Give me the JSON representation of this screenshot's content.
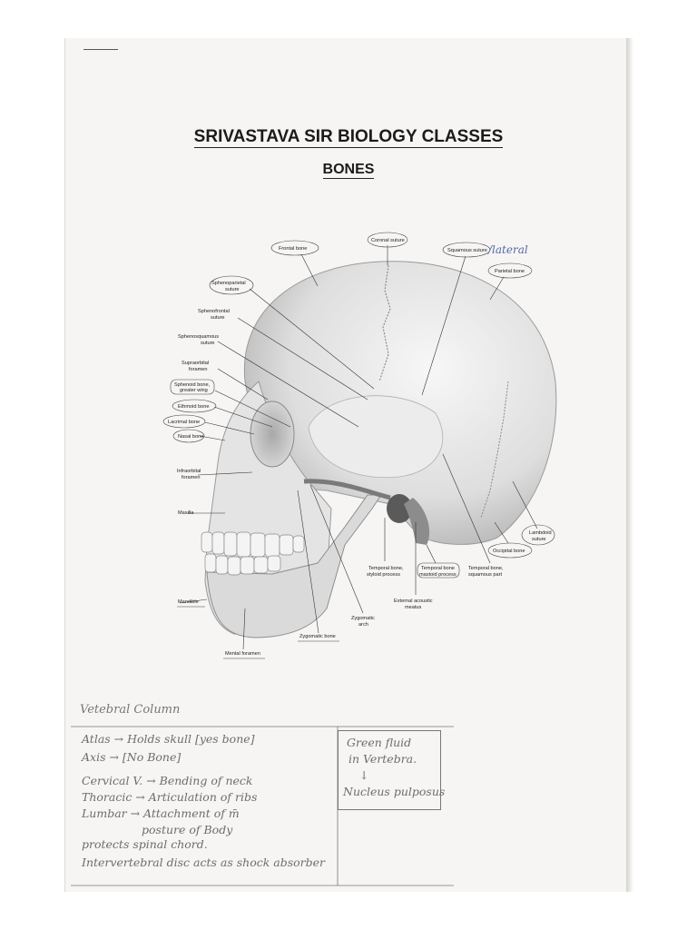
{
  "header": {
    "title": "SRIVASTAVA SIR BIOLOGY CLASSES",
    "subtitle": "BONES"
  },
  "figure": {
    "labels": {
      "frontal_bone": "Frontal bone",
      "coronal_suture": "Coronal suture",
      "squamous_suture": "Squamous suture",
      "lateral_note": "/lateral",
      "parietal_bone": "Parietal bone",
      "sphenoparietal_1": "Sphenoparietal",
      "sphenoparietal_2": "suture",
      "sphenofrontal_1": "Sphenofrontal",
      "sphenofrontal_2": "suture",
      "sphenosquamous_1": "Sphenosquamous",
      "sphenosquamous_2": "suture",
      "supraorbital_1": "Supraorbital",
      "supraorbital_2": "foramen",
      "sphenoid_1": "Sphenoid bone,",
      "sphenoid_2": "greater wing",
      "ethmoid_bone": "Ethmoid bone",
      "lacrimal_bone": "Lacrimal bone",
      "nasal_bone": "Nasal bone",
      "infraorbital_1": "Infraorbital",
      "infraorbital_2": "foramen",
      "maxilla": "Maxilla",
      "mandible": "Mandible",
      "mental_foramen": "Mental foramen",
      "zygomatic_bone": "Zygomatic bone",
      "zygomatic_arch_1": "Zygomatic",
      "zygomatic_arch_2": "arch",
      "eam_1": "External acoustic",
      "eam_2": "meatus",
      "styloid_1": "Temporal bone,",
      "styloid_2": "styloid process",
      "mastoid_1": "Temporal bone",
      "mastoid_2": "mastoid process",
      "squamous_part_1": "Temporal bone,",
      "squamous_part_2": "squamous part",
      "occipital_bone": "Occipital bone",
      "lambdoid_1": "Lambdoid",
      "lambdoid_2": "suture"
    }
  },
  "notes": {
    "section_title": "Vetebral Column",
    "lines": [
      "Atlas → Holds skull [yes bone]",
      "Axis → [No Bone]",
      "Cervical V. → Bending of neck",
      "Thoracic → Articulation of ribs",
      "Lumbar → Attachment of m̄",
      "posture of Body",
      "protects spinal chord.",
      "Intervertebral disc acts as shock absorber"
    ],
    "box": [
      "Green fluid",
      "in Vertebra.",
      "↓",
      "Nucleus pulposus"
    ]
  }
}
